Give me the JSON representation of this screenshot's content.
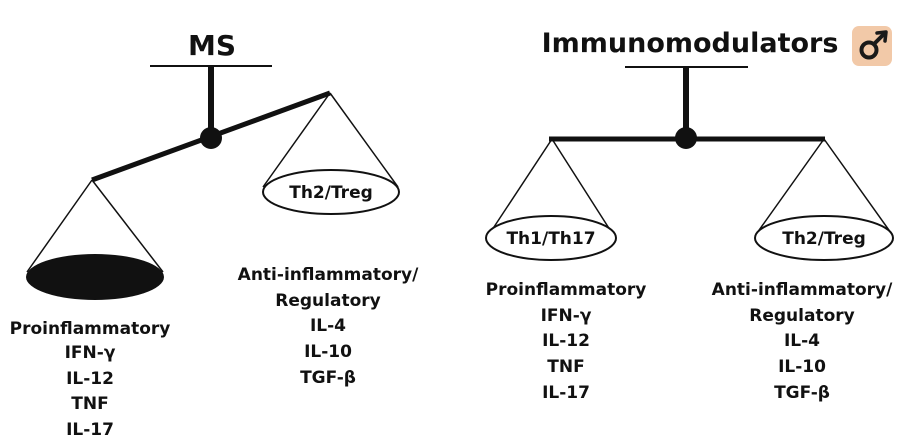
{
  "left_scale": {
    "title": "MS",
    "right_pan_label": "Th2/Treg",
    "left_list": [
      "Proinflammatory",
      "IFN-γ",
      "IL-12",
      "TNF",
      "IL-17"
    ],
    "right_list": [
      "Anti-inflammatory/",
      "Regulatory",
      "IL-4",
      "IL-10",
      "TGF-β"
    ]
  },
  "right_scale": {
    "title": "Immunomodulators",
    "left_pan_label": "Th1/Th17",
    "right_pan_label": "Th2/Treg",
    "left_list": [
      "Proinflammatory",
      "IFN-γ",
      "IL-12",
      "TNF",
      "IL-17"
    ],
    "right_list": [
      "Anti-inflammatory/",
      "Regulatory",
      "IL-4",
      "IL-10",
      "TGF-β"
    ]
  },
  "colors": {
    "ink": "#111111",
    "icon_bg": "#f2c9a8",
    "icon_symbol": "#1a1a1a"
  },
  "icon": "male-symbol-icon"
}
